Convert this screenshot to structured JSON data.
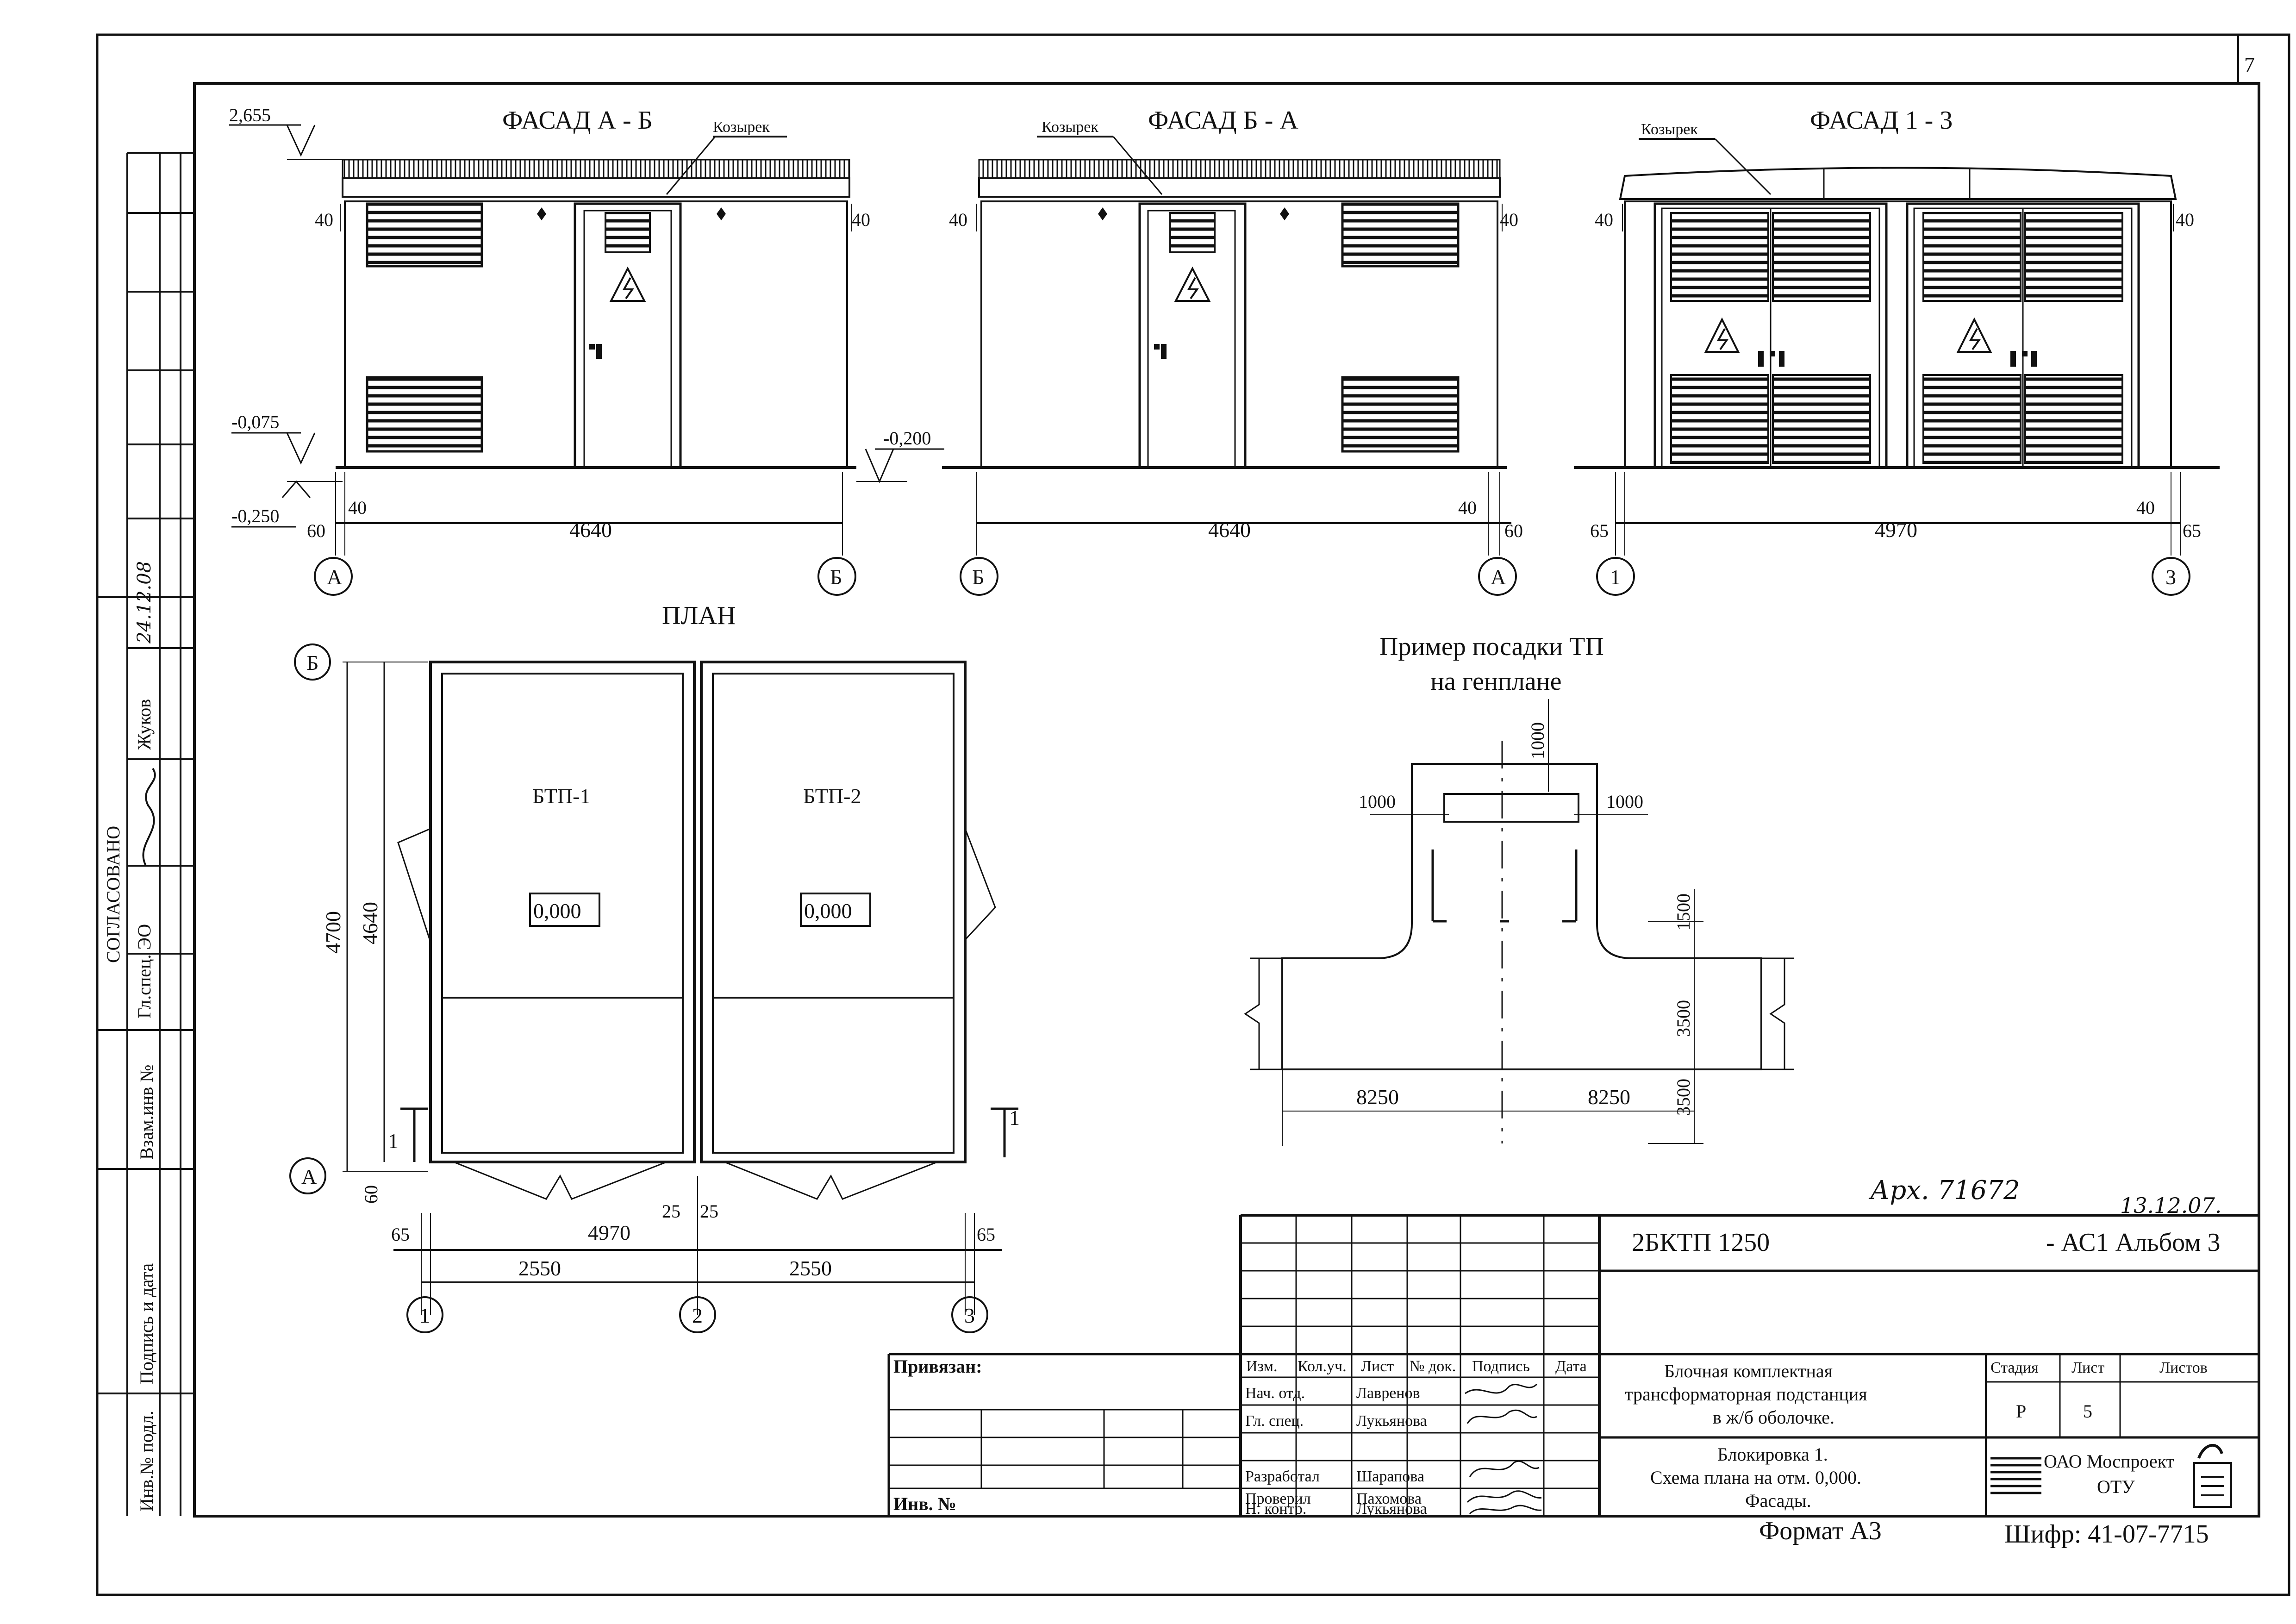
{
  "sheet": {
    "corner_number": "7"
  },
  "facade_ab": {
    "title": "ФАСАД  А - Б",
    "canopy_label": "Козырек",
    "top_elev": "2,655",
    "elev_left": "-0,075",
    "elev_bottom": "-0,250",
    "elev_right": "-0,200",
    "dim_40_left": "40",
    "dim_40_right": "40",
    "dim_60": "60",
    "dim_40_bottom": "40",
    "dim_length": "4640",
    "axis_left": "А",
    "axis_right": "Б"
  },
  "facade_ba": {
    "title": "ФАСАД  Б - А",
    "canopy_label": "Козырек",
    "dim_40_left": "40",
    "dim_40_right": "40",
    "dim_40_bottom": "40",
    "dim_60": "60",
    "dim_length": "4640",
    "axis_left": "Б",
    "axis_right": "А"
  },
  "facade_13": {
    "title": "ФАСАД  1 - 3",
    "canopy_label": "Козырек",
    "dim_40_left": "40",
    "dim_40_right": "40",
    "dim_40_bottom": "40",
    "dim_65_left": "65",
    "dim_65_right": "65",
    "dim_length": "4970",
    "axis_left": "1",
    "axis_right": "3"
  },
  "plan": {
    "title": "ПЛАН",
    "room1": "БТП-1",
    "room2": "БТП-2",
    "level1": "0,000",
    "level2": "0,000",
    "dim_4700": "4700",
    "dim_4640": "4640",
    "dim_60": "60",
    "dim_65_left": "65",
    "dim_65_right": "65",
    "dim_25a": "25",
    "dim_25b": "25",
    "dim_4970": "4970",
    "dim_2550a": "2550",
    "dim_2550b": "2550",
    "axis_b": "Б",
    "axis_a": "А",
    "axis_1": "1",
    "axis_2": "2",
    "axis_3": "3",
    "section_mark": "1"
  },
  "site_example": {
    "title_line1": "Пример посадки ТП",
    "title_line2": "на генплане",
    "dim_1000_top": "1000",
    "dim_1000_left": "1000",
    "dim_1000_right": "1000",
    "dim_1500": "1500",
    "dim_3500a": "3500",
    "dim_3500b": "3500",
    "dim_8250a": "8250",
    "dim_8250b": "8250"
  },
  "side_stamp": {
    "agreed": "СОГЛАСОВАНО",
    "role": "Гл.спец. ЭО",
    "name": "Жуков",
    "date": "24.12.08",
    "field_1": "Взам.инв №",
    "field_2": "Подпись и дата",
    "field_3": "Инв.№ подл."
  },
  "handwritten": {
    "archive_no": "Арх. 71672",
    "date": "13.12.07."
  },
  "title_block": {
    "code": "2БКТП   1250",
    "album": "- АС1  Альбом 3",
    "headers": [
      "Изм.",
      "Кол.уч.",
      "Лист",
      "№ док.",
      "Подпись",
      "Дата"
    ],
    "rows": [
      {
        "role": "Нач. отд.",
        "name": "Лавренов"
      },
      {
        "role": "Гл. спец.",
        "name": "Лукьянова"
      },
      {
        "role": "",
        "name": ""
      },
      {
        "role": "Разработал",
        "name": "Шарапова"
      },
      {
        "role": "Проверил",
        "name": "Пахомова"
      },
      {
        "role": "Н. контр.",
        "name": "Лукьянова"
      }
    ],
    "bound_label": "Привязан:",
    "inv_label": "Инв. №",
    "object_line1": "Блочная комплектная",
    "object_line2": "трансформаторная подстанция",
    "object_line3": "в ж/б оболочке.",
    "sheet_title_line1": "Блокировка 1.",
    "sheet_title_line2": "Схема плана на отм. 0,000.",
    "sheet_title_line3": "Фасады.",
    "stage_label": "Стадия",
    "sheet_label": "Лист",
    "sheets_label": "Листов",
    "stage_value": "Р",
    "sheet_value": "5",
    "org_line1": "ОАО Моспроект",
    "org_line2": "ОТУ",
    "format": "Формат А3",
    "cipher": "Шифр: 41-07-7715"
  }
}
